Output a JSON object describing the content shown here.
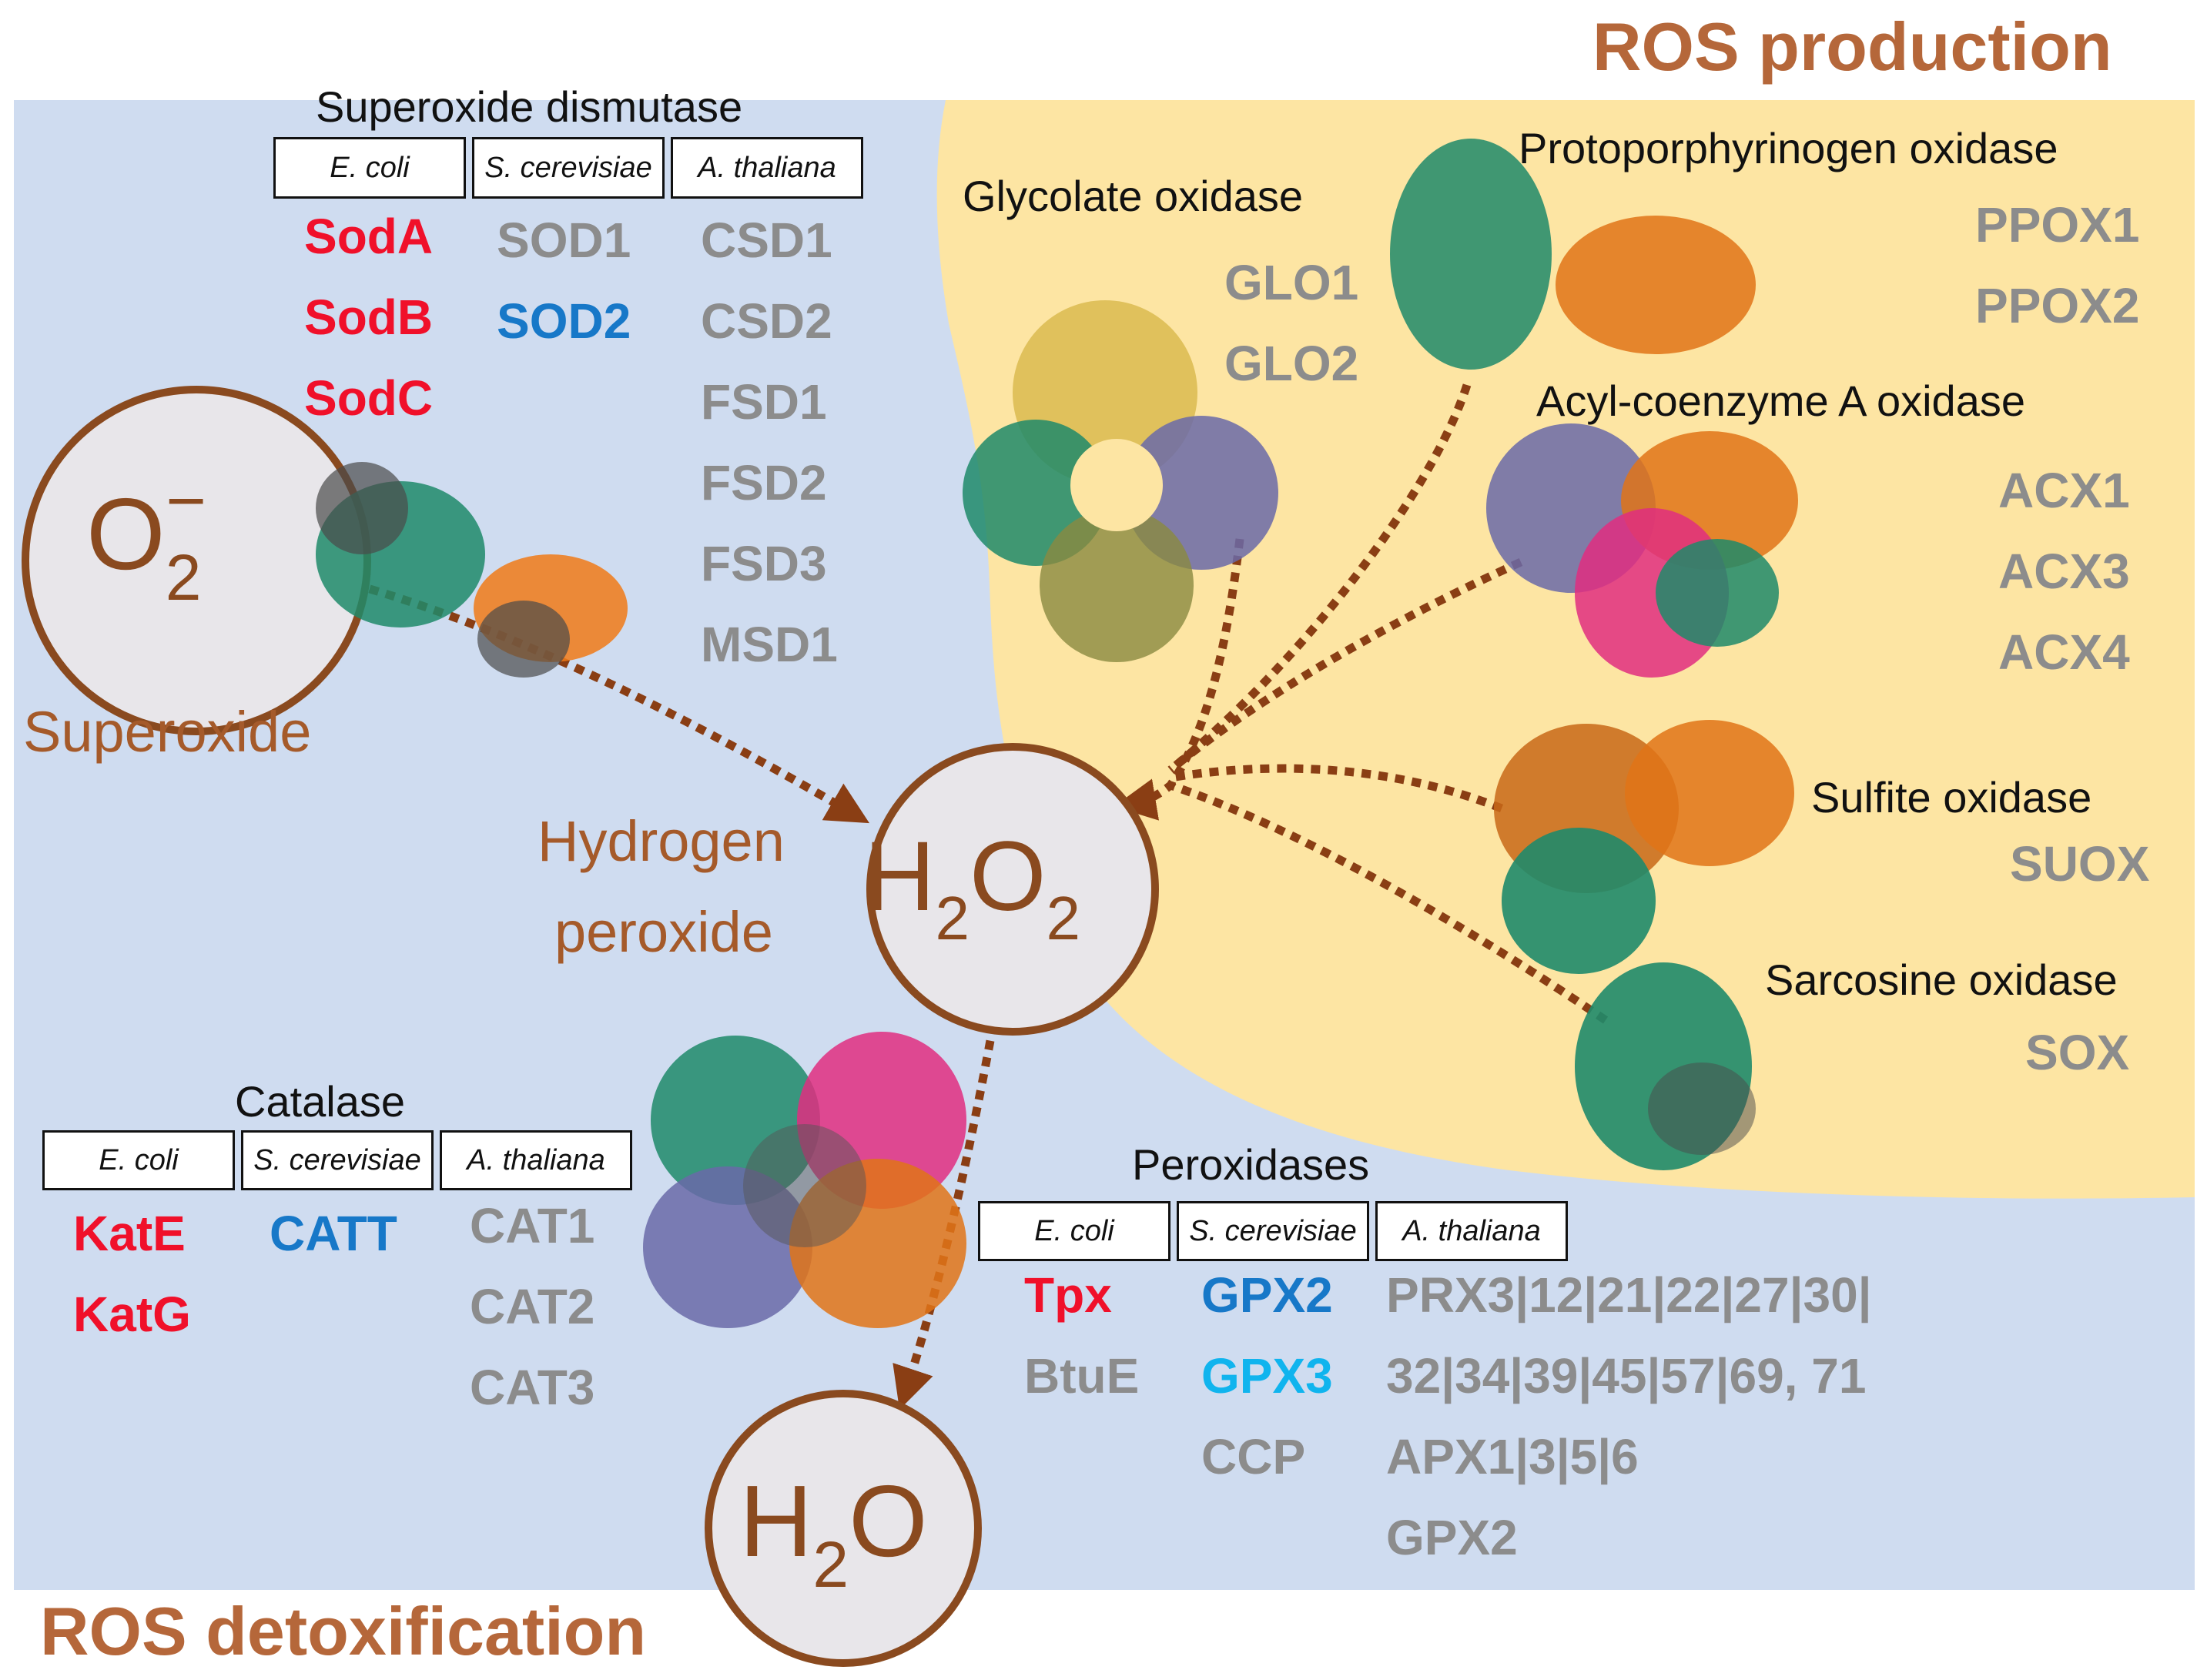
{
  "titles": {
    "production": "ROS production",
    "detoxification": "ROS detoxification"
  },
  "molecules": {
    "superoxide": {
      "main": "O",
      "sub": "2",
      "sup": "−",
      "label": "Superoxide"
    },
    "hydrogen_peroxide": {
      "main1": "H",
      "sub1": "2",
      "main2": "O",
      "sub2": "2",
      "label1": "Hydrogen",
      "label2": "peroxide"
    },
    "water": {
      "main1": "H",
      "sub1": "2",
      "main2": "O"
    }
  },
  "organisms": [
    "E. coli",
    "S. cerevisiae",
    "A. thaliana"
  ],
  "superoxide_dismutase": {
    "title": "Superoxide dismutase",
    "ecoli": [
      "SodA",
      "SodB",
      "SodC"
    ],
    "scerevisiae": [
      "SOD1",
      "SOD2"
    ],
    "athaliana": [
      "CSD1",
      "CSD2",
      "FSD1",
      "FSD2",
      "FSD3",
      "MSD1"
    ]
  },
  "catalase": {
    "title": "Catalase",
    "ecoli": [
      "KatE",
      "KatG"
    ],
    "scerevisiae": [
      "CATT"
    ],
    "athaliana": [
      "CAT1",
      "CAT2",
      "CAT3"
    ]
  },
  "peroxidases": {
    "title": "Peroxidases",
    "ecoli": [
      "Tpx",
      "BtuE"
    ],
    "scerevisiae": [
      "GPX2",
      "GPX3",
      "CCP"
    ],
    "athaliana": [
      "PRX3|12|21|22|27|30|",
      "32|34|39|45|57|69, 71",
      "APX1|3|5|6",
      "GPX2"
    ]
  },
  "oxidases": {
    "glycolate": {
      "title": "Glycolate oxidase",
      "genes": [
        "GLO1",
        "GLO2"
      ]
    },
    "protoporphyrinogen": {
      "title": "Protoporphyrinogen oxidase",
      "genes": [
        "PPOX1",
        "PPOX2"
      ]
    },
    "acyl_coa": {
      "title": "Acyl-coenzyme A oxidase",
      "genes": [
        "ACX1",
        "ACX3",
        "ACX4"
      ]
    },
    "sulfite": {
      "title": "Sulfite oxidase",
      "genes": [
        "SUOX"
      ]
    },
    "sarcosine": {
      "title": "Sarcosine oxidase",
      "genes": [
        "SOX"
      ]
    }
  },
  "colors": {
    "background_blue": "#cfdcf0",
    "production_yellow": "#fde5a3",
    "arrow_brown": "#8a3e14",
    "ecoli_red": "#f0102a",
    "yeast_blue": "#1778c8",
    "yeast_cyan": "#10b4ee",
    "gene_gray": "#8c8c8c",
    "title_brown": "#b5673a"
  }
}
